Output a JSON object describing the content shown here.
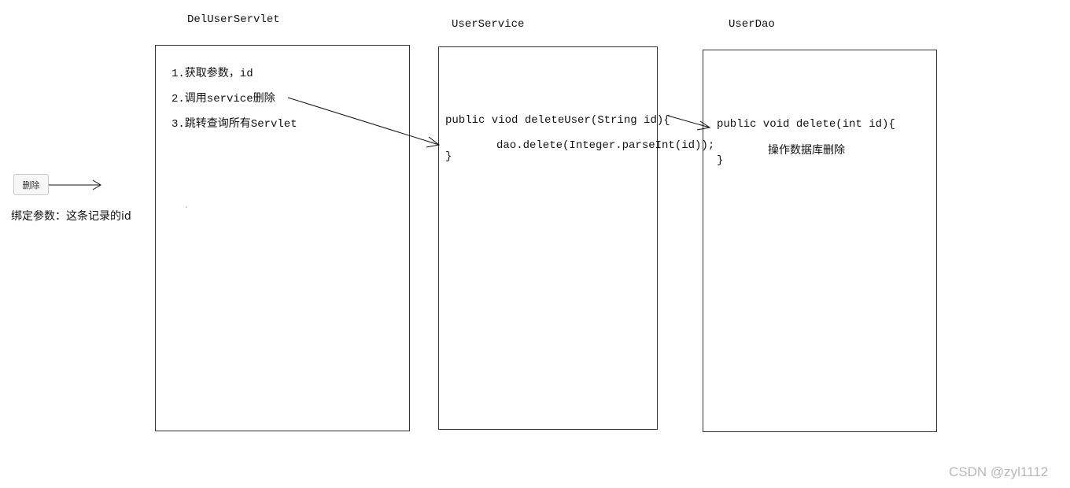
{
  "titles": {
    "servlet": "DelUserServlet",
    "service": "UserService",
    "dao": "UserDao"
  },
  "servlet": {
    "step1": "1.获取参数，id",
    "step2": "2.调用service删除",
    "step3": "3.跳转查询所有Servlet"
  },
  "service": {
    "signature": "public viod deleteUser(String id){",
    "body": "dao.delete(Integer.parseInt(id));",
    "close": "}"
  },
  "dao": {
    "signature": "public void delete(int id){",
    "body": "操作数据库删除",
    "close": "}"
  },
  "left": {
    "button_label": "删除",
    "caption": "绑定参数：这条记录的id"
  },
  "watermark": "CSDN @zyl1112"
}
